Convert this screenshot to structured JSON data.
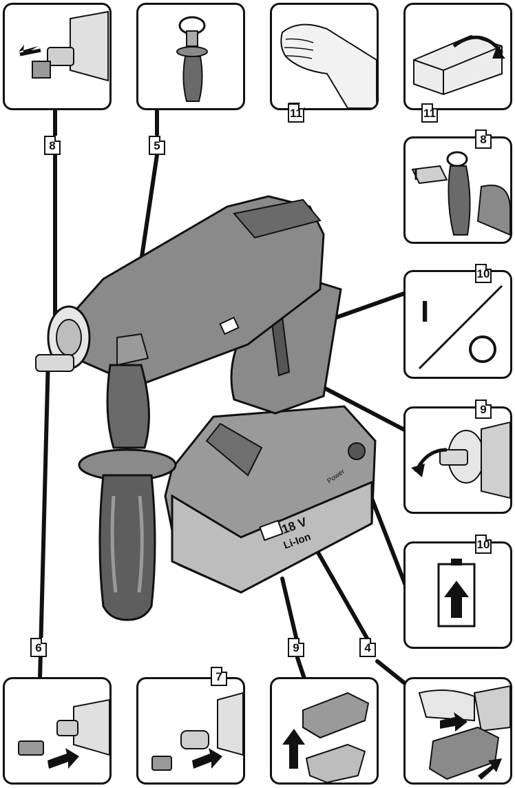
{
  "panels": {
    "remove_chuck": {
      "number": "8"
    },
    "handle_clamp": {
      "number": "5"
    },
    "hand_care": {
      "number": "11"
    },
    "packaging": {
      "number": "11"
    },
    "hex_key": {
      "number": "8"
    },
    "switch_on_off": {
      "number": "10",
      "on_symbol": "I"
    },
    "rotate_chuck": {
      "number": "9"
    },
    "battery_indicator": {
      "number": "10"
    },
    "attach_coupling": {
      "number": "6"
    },
    "attach_adapter": {
      "number": "7"
    },
    "battery_insert": {
      "number": "9"
    },
    "battery_remove": {
      "number": "4"
    }
  },
  "main_tool": {
    "battery_voltage": "18 V",
    "battery_type": "Li-Ion",
    "battery_power_label": "Power"
  },
  "leader_tags": {
    "t8": "8",
    "t5": "5",
    "t6": "6",
    "t7": "7",
    "t9": "9",
    "t4": "4"
  },
  "colors": {
    "line": "#111111",
    "body_grey": "#8a8a8a",
    "light_grey": "#cfcfcf",
    "dark_grey": "#555555"
  }
}
